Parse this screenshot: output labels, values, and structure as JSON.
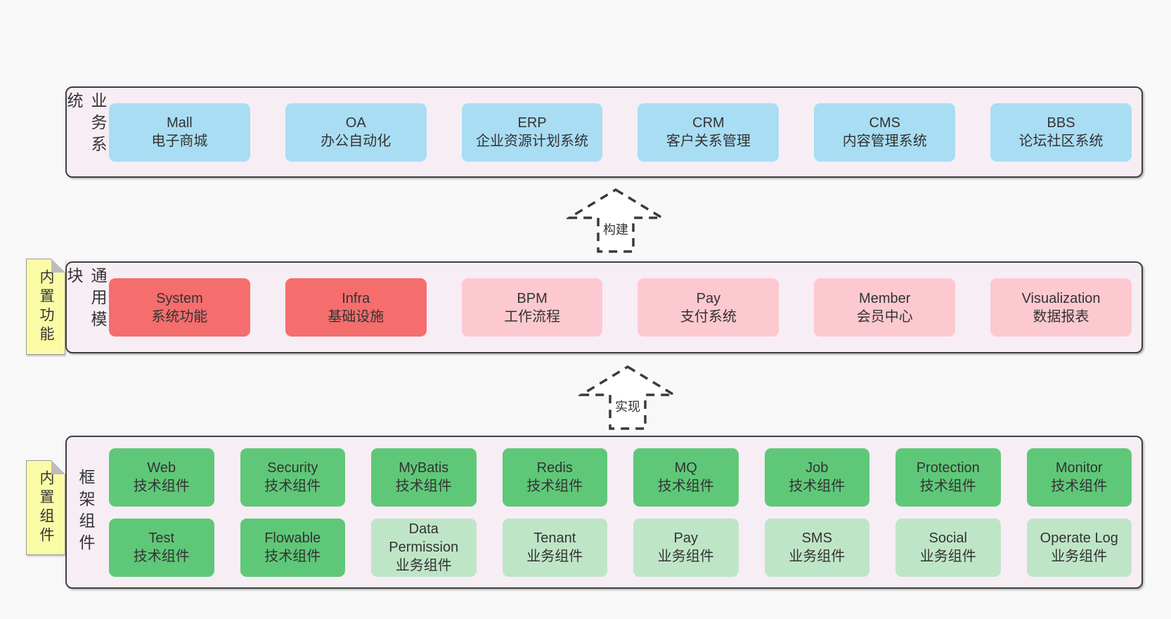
{
  "colors": {
    "page_bg": "#f8f8f8",
    "band_bg": "#f7edf5",
    "band_border": "#3f3f3f",
    "blue_box": "#a9ddf3",
    "red_box": "#f56d6d",
    "pink_box": "#fdc9d1",
    "green_box": "#5fc878",
    "light_green_box": "#bfe5c7",
    "note_bg": "#fbfba6",
    "text": "#333333"
  },
  "bands": [
    {
      "label": "业务系统",
      "rows": [
        [
          {
            "name": "Mall",
            "subtitle": "电子商城",
            "style": "blue"
          },
          {
            "name": "OA",
            "subtitle": "办公自动化",
            "style": "blue"
          },
          {
            "name": "ERP",
            "subtitle": "企业资源计划系统",
            "style": "blue"
          },
          {
            "name": "CRM",
            "subtitle": "客户关系管理",
            "style": "blue"
          },
          {
            "name": "CMS",
            "subtitle": "内容管理系统",
            "style": "blue"
          },
          {
            "name": "BBS",
            "subtitle": "论坛社区系统",
            "style": "blue"
          }
        ]
      ]
    },
    {
      "label": "通用模块",
      "note": "内置功能",
      "rows": [
        [
          {
            "name": "System",
            "subtitle": "系统功能",
            "style": "red"
          },
          {
            "name": "Infra",
            "subtitle": "基础设施",
            "style": "red"
          },
          {
            "name": "BPM",
            "subtitle": "工作流程",
            "style": "pink"
          },
          {
            "name": "Pay",
            "subtitle": "支付系统",
            "style": "pink"
          },
          {
            "name": "Member",
            "subtitle": "会员中心",
            "style": "pink"
          },
          {
            "name": "Visualization",
            "subtitle": "数据报表",
            "style": "pink"
          }
        ]
      ]
    },
    {
      "label": "框架组件",
      "note": "内置组件",
      "rows": [
        [
          {
            "name": "Web",
            "subtitle": "技术组件",
            "style": "green"
          },
          {
            "name": "Security",
            "subtitle": "技术组件",
            "style": "green"
          },
          {
            "name": "MyBatis",
            "subtitle": "技术组件",
            "style": "green"
          },
          {
            "name": "Redis",
            "subtitle": "技术组件",
            "style": "green"
          },
          {
            "name": "MQ",
            "subtitle": "技术组件",
            "style": "green"
          },
          {
            "name": "Job",
            "subtitle": "技术组件",
            "style": "green"
          },
          {
            "name": "Protection",
            "subtitle": "技术组件",
            "style": "green"
          },
          {
            "name": "Monitor",
            "subtitle": "技术组件",
            "style": "green"
          }
        ],
        [
          {
            "name": "Test",
            "subtitle": "技术组件",
            "style": "green"
          },
          {
            "name": "Flowable",
            "subtitle": "技术组件",
            "style": "green"
          },
          {
            "name": "Data Permission",
            "subtitle": "业务组件",
            "style": "lgreen"
          },
          {
            "name": "Tenant",
            "subtitle": "业务组件",
            "style": "lgreen"
          },
          {
            "name": "Pay",
            "subtitle": "业务组件",
            "style": "lgreen"
          },
          {
            "name": "SMS",
            "subtitle": "业务组件",
            "style": "lgreen"
          },
          {
            "name": "Social",
            "subtitle": "业务组件",
            "style": "lgreen"
          },
          {
            "name": "Operate Log",
            "subtitle": "业务组件",
            "style": "lgreen"
          }
        ]
      ]
    }
  ],
  "arrows": [
    {
      "label": "构建"
    },
    {
      "label": "实现"
    }
  ]
}
